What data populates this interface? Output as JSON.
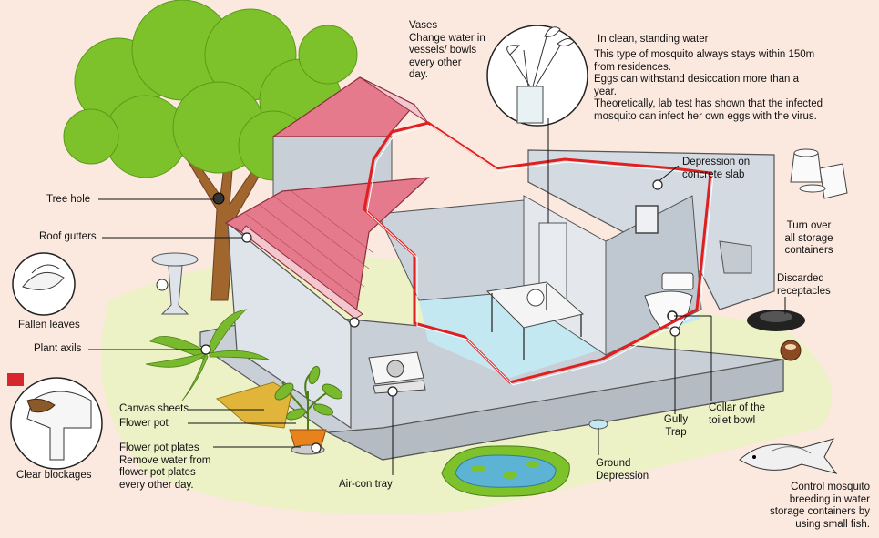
{
  "labels": {
    "vases": "Vases\nChange water in\nvessels/ bowls\nevery other\nday.",
    "info_title": "In clean, standing water",
    "info_lines": "This type of mosquito always stays within 150m\nfrom residences.\nEggs can withstand desiccation more than a\nyear.\nTheoretically, lab test has shown that the infected\nmosquito can infect her own eggs with the virus.",
    "tree_hole": "Tree hole",
    "roof_gutters": "Roof gutters",
    "fallen_leaves": "Fallen leaves",
    "plant_axils": "Plant axils",
    "clear_blockages": "Clear blockages",
    "canvas_sheets": "Canvas sheets",
    "flower_pot": "Flower pot",
    "flower_pot_plates": "Flower pot plates\nRemove water from\nflower pot plates\nevery other day.",
    "air_con_tray": "Air-con tray",
    "depression_slab": "Depression on\nconcrete slab",
    "turn_over": "Turn over\nall storage\ncontainers",
    "discarded": "Discarded\nreceptacles",
    "gully_trap": "Gully\nTrap",
    "collar_toilet": "Collar of the\ntoilet bowl",
    "ground_depression": "Ground\nDepression",
    "fish": "Control mosquito\nbreeding in water\nstorage containers by\nusing small fish."
  },
  "colors": {
    "background": "#fbe9df",
    "lawn": "#ecf1c6",
    "roof": "#e57a8d",
    "wall": "#d6dde4",
    "water": "#c4e8f1",
    "cutaway_line": "#e02020",
    "foliage": "#7dc22a",
    "trunk": "#a0662e"
  }
}
